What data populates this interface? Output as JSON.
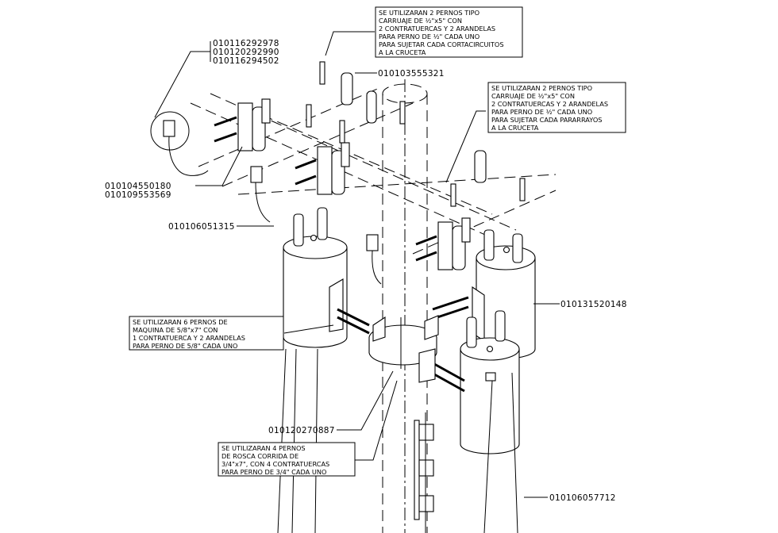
{
  "drawing": {
    "title": "Isometric assembly: transformer bank with cutouts and surge arresters on pole",
    "part_labels": [
      {
        "id": "cutout-codes",
        "codes": [
          "010116292978",
          "010120292990",
          "010116294502"
        ]
      },
      {
        "id": "fuse-holder",
        "codes": [
          "010103555321"
        ]
      },
      {
        "id": "cutout-bracket",
        "codes": [
          "010104550180",
          "010109553569"
        ]
      },
      {
        "id": "arrester-clamp",
        "codes": [
          "010106051315"
        ]
      },
      {
        "id": "transformer-right",
        "codes": [
          "010131520148"
        ]
      },
      {
        "id": "pole-clamp",
        "codes": [
          "010120270887"
        ]
      },
      {
        "id": "transformer-front",
        "codes": [
          "010106057712"
        ]
      }
    ],
    "notes": [
      {
        "id": "note-cutouts",
        "lines": [
          "SE UTILIZARAN 2 PERNOS TIPO",
          "CARRUAJE DE ½\"x5\" CON",
          "2 CONTRATUERCAS Y 2 ARANDELAS",
          "PARA PERNO DE ½\" CADA UNO",
          "PARA SUJETAR CADA CORTACIRCUITOS",
          "A LA CRUCETA"
        ]
      },
      {
        "id": "note-arresters",
        "lines": [
          "SE UTILIZARAN 2 PERNOS TIPO",
          "CARRUAJE DE ½\"x5\" CON",
          "2 CONTRATUERCAS Y 2 ARANDELAS",
          "PARA PERNO DE ½\" CADA UNO",
          "PARA SUJETAR CADA PARARRAYOS",
          "A LA CRUCETA"
        ]
      },
      {
        "id": "note-machine-bolts",
        "lines": [
          "SE UTILIZARAN 6 PERNOS DE",
          "MAQUINA DE 5/8\"x7\" CON",
          "1 CONTRATUERCA Y 2 ARANDELAS",
          "PARA PERNO DE 5/8\" CADA UNO"
        ]
      },
      {
        "id": "note-threaded-rods",
        "lines": [
          "SE UTILIZARAN 4 PERNOS",
          "DE ROSCA CORRIDA DE",
          "3/4\"x7\", CON 4 CONTRATUERCAS",
          "PARA PERNO DE 3/4\" CADA UNO"
        ]
      }
    ]
  }
}
